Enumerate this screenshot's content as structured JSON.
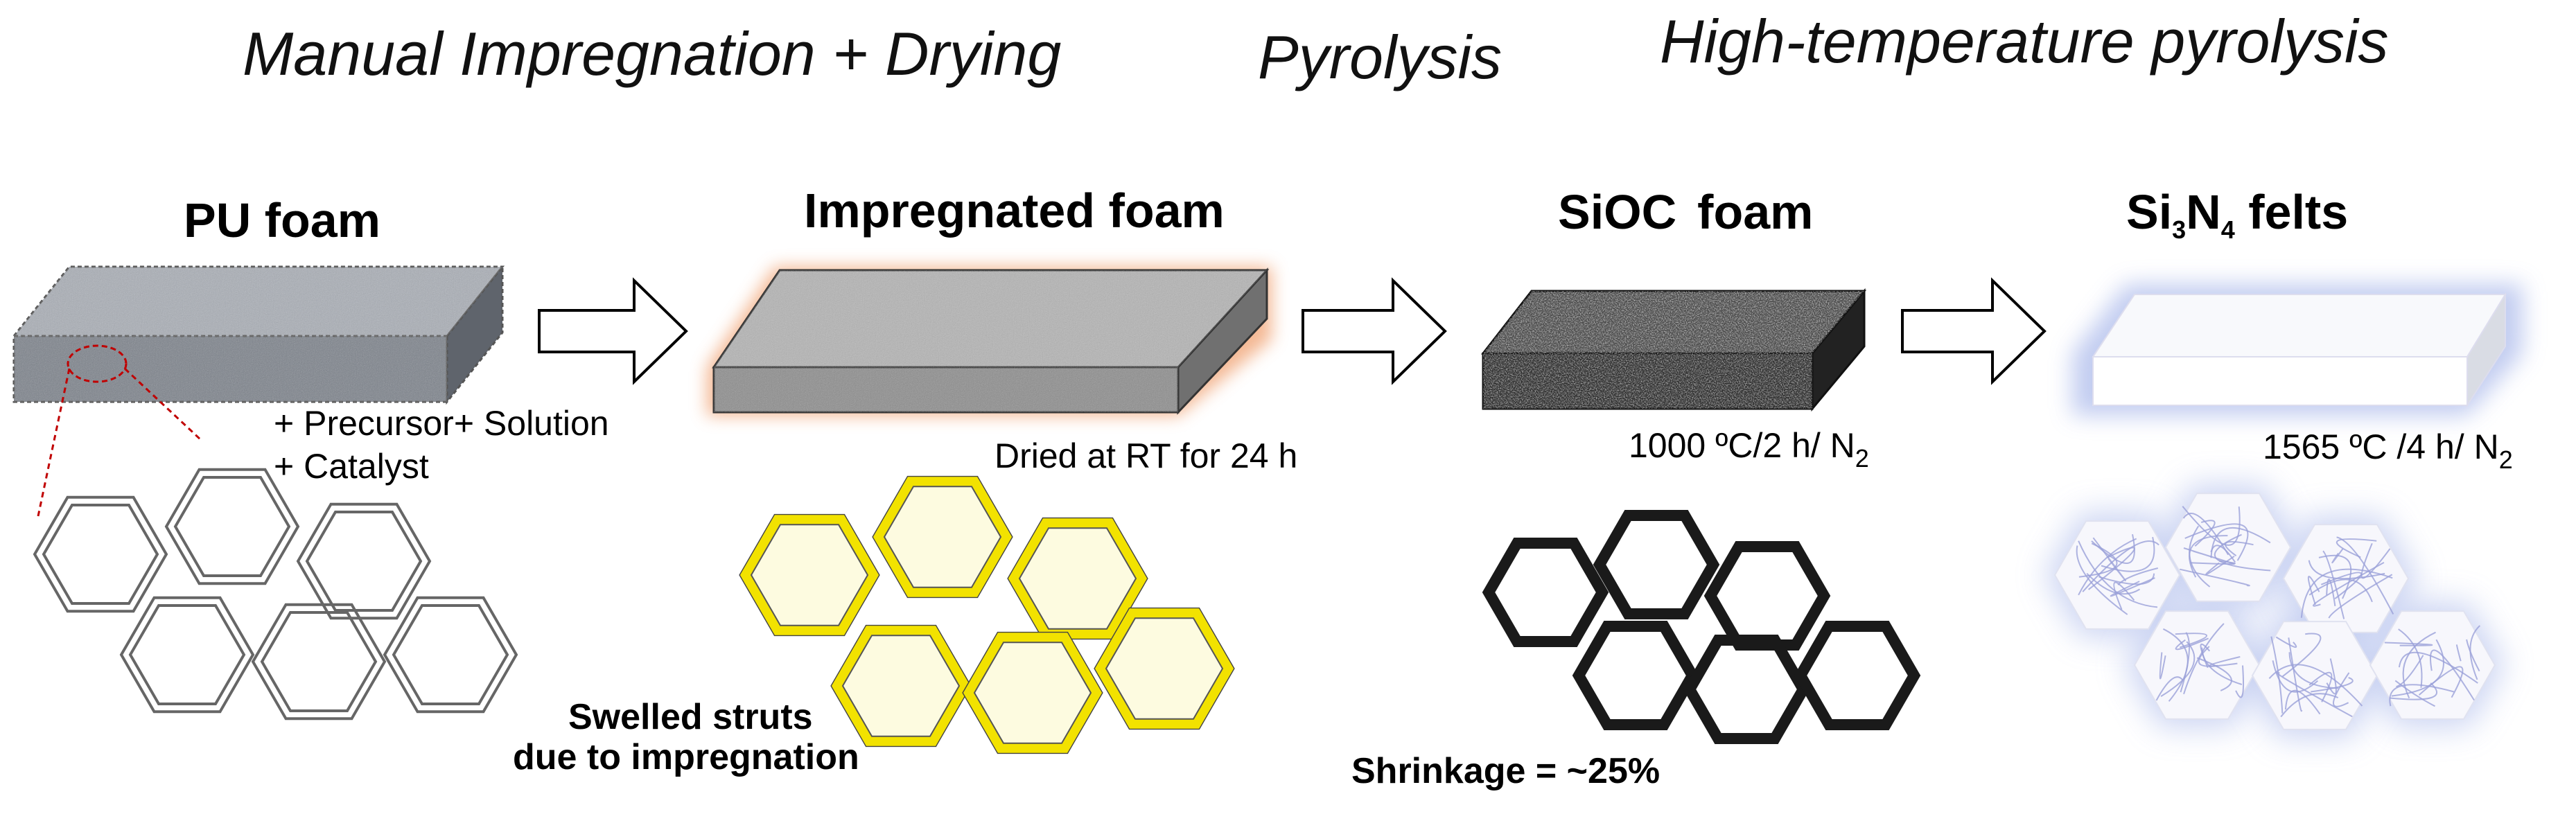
{
  "stages": [
    {
      "label": "Manual Impregnation + Drying"
    },
    {
      "label": "Pyrolysis"
    },
    {
      "label": "High-temperature pyrolysis"
    }
  ],
  "blocks": [
    {
      "title": "PU foam",
      "notes": [
        "+ Precursor+ Solution",
        "+ Catalyst"
      ],
      "structure_note": ""
    },
    {
      "title": "Impregnated foam",
      "notes": [
        "Dried at RT for 24 h"
      ],
      "structure_note": "Swelled struts due to impregnation"
    },
    {
      "title_main": "SiOC",
      "title_rest": "foam",
      "condition": "1000 ºC/2 h/ N",
      "condition_sub": "2",
      "structure_note": "Shrinkage = ~25%"
    },
    {
      "title_a": "Si",
      "title_sub1": "3",
      "title_b": "N",
      "title_sub2": "4",
      "title_c": " felts",
      "condition": "1565 ºC /4 h/ N",
      "condition_sub": "2"
    }
  ],
  "swelled_note_lines": [
    "Swelled struts",
    "due to impregnation"
  ],
  "colors": {
    "pu_foam": "#8a9098",
    "impregnated_foam": "#9a9a9a",
    "impregnated_glow": "#f0a070",
    "siox_foam": "#3a3a3a",
    "felt": "#f4f6fb",
    "felt_glow": "#b8c4ee",
    "swelled_strut": "#f2e200",
    "swelled_fill": "#fdfbe0",
    "felt_fiber": "#9aa0d8",
    "callout": "#c00000"
  }
}
